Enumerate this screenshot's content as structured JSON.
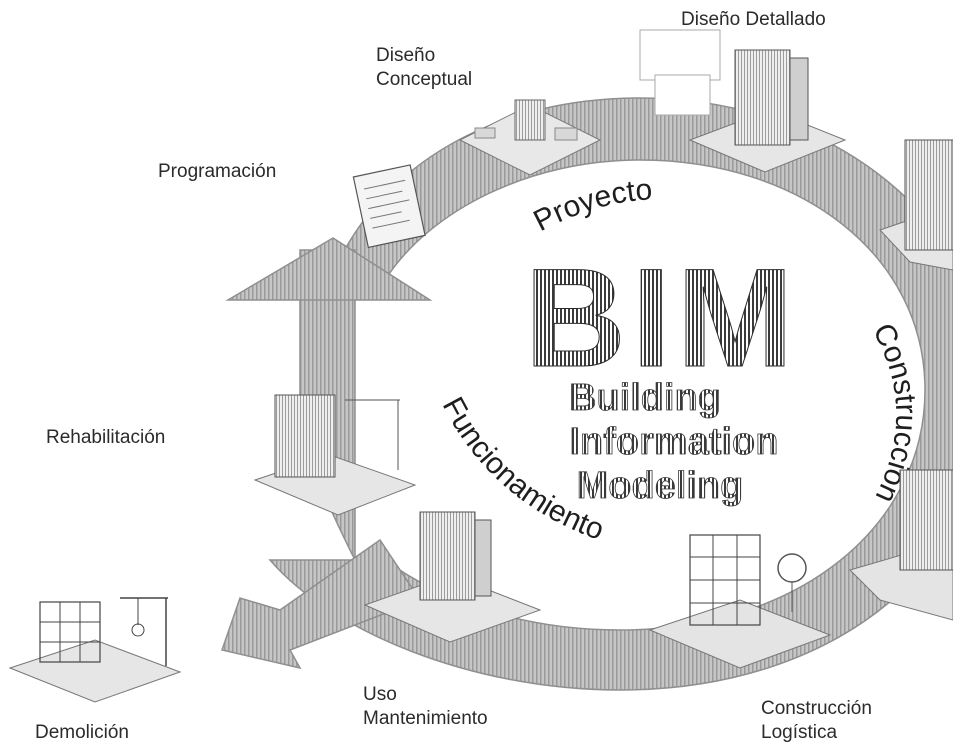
{
  "center": {
    "acronym": "BIM",
    "line1": "Building",
    "line2": "Information",
    "line3": "Modeling"
  },
  "ring": {
    "phase_top": "Proyecto",
    "phase_right": "Construcción",
    "phase_left": "Funcionamiento"
  },
  "stages": {
    "detailed_design": "Diseño Detallado",
    "conceptual_design": {
      "line1": "Diseño",
      "line2": "Conceptual"
    },
    "programming": "Programación",
    "rehabilitation": "Rehabilitación",
    "use_maintenance": {
      "line1": "Uso",
      "line2": "Mantenimiento"
    },
    "demolition": "Demolición",
    "construction_logistics": {
      "line1": "Construcción",
      "line2": "Logística"
    }
  },
  "colors": {
    "ring": "#b9b9b9",
    "ring_dark": "#8f8f8f",
    "text": "#2b2b2b",
    "building": "#dcdcdc"
  }
}
